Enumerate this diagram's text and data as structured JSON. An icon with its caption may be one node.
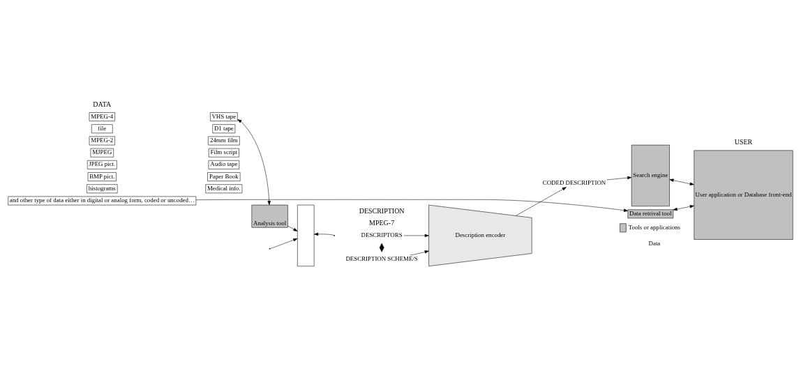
{
  "diagram": {
    "nodes": [
      {
        "text": [
          "MPEG-4"
        ]
      },
      {
        "text": [
          "file"
        ]
      },
      {
        "text": [
          "MPEG-2"
        ]
      },
      {
        "text": [
          "MJPEG"
        ]
      },
      {
        "text": [
          "JPEG pict."
        ]
      },
      {
        "text": [
          "BMP pict."
        ]
      },
      {
        "text": [
          "histograms"
        ]
      },
      {
        "text": [
          "VHS tape"
        ]
      },
      {
        "text": [
          "D1 tape"
        ]
      },
      {
        "text": [
          "24mm film"
        ]
      },
      {
        "text": [
          "Film script"
        ]
      },
      {
        "text": [
          "Audio tape"
        ]
      },
      {
        "text": [
          "Paper Book"
        ]
      },
      {
        "text": [
          "Medical info."
        ]
      },
      {
        "text": [
          "and other type of data either in digital or analog form, coded or uncoded…"
        ]
      },
      {
        "text": [
          "Analysis tool"
        ]
      },
      {
        "text": [],
        "shape": "box"
      },
      {
        "text": [
          "DESCRIPTORS"
        ]
      },
      {
        "text": [
          "DESCRIPTION SCHEME/S"
        ]
      },
      {
        "text": [],
        "shape": "diamond"
      },
      {
        "text": [
          "Description encoder"
        ]
      },
      {
        "text": [
          "CODED DESCRIPTION"
        ]
      },
      {
        "text": [
          "Search engine"
        ]
      },
      {
        "text": [
          "Data retrival tool"
        ]
      },
      {
        "text": [
          "User application or Database front-end"
        ]
      }
    ],
    "edges": [
      {
        "from": 7,
        "to": 15,
        "arrow": "both"
      },
      {
        "from": 15,
        "to": 16,
        "arrow": "to"
      },
      {
        "from": null,
        "to": 16,
        "arrow": "to"
      },
      {
        "from": null,
        "to": 16,
        "arrow": "to"
      },
      {
        "from": 17,
        "to": 20,
        "arrow": "to"
      },
      {
        "from": 18,
        "to": 20,
        "arrow": "to"
      },
      {
        "from": 20,
        "to": 21,
        "arrow": "to"
      },
      {
        "from": 21,
        "to": 22,
        "arrow": "to"
      },
      {
        "from": 22,
        "to": 24,
        "arrow": "both"
      },
      {
        "from": 14,
        "to": 23,
        "arrow": "to"
      },
      {
        "from": 23,
        "to": 24,
        "arrow": "both"
      }
    ],
    "labels": [
      "DATA",
      "MPEG-7",
      "USER",
      "DESCRIPTION"
    ],
    "legend": [
      {
        "text": "Tools or applications",
        "color": "#c0c0c0"
      },
      {
        "text": "Data"
      }
    ]
  }
}
